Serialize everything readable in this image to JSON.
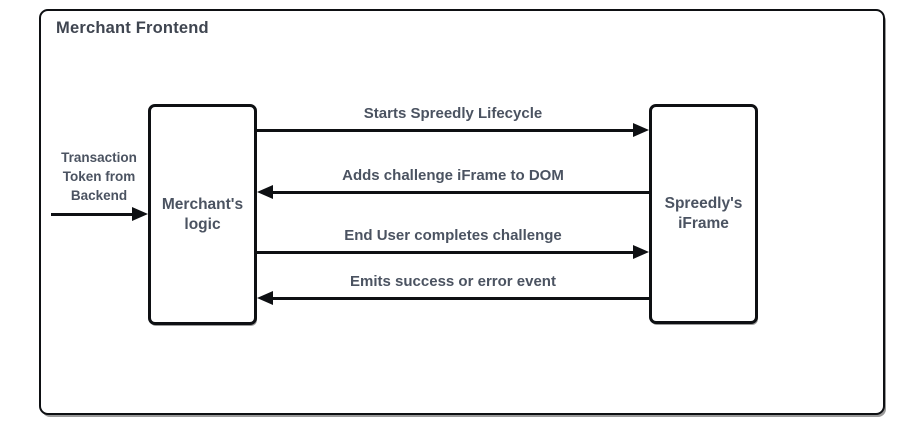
{
  "diagram": {
    "title": "Merchant Frontend",
    "nodes": {
      "left_box": "Merchant's logic",
      "right_box": "Spreedly's iFrame"
    },
    "input_annotation": "Transaction Token from Backend",
    "messages": [
      {
        "label": "Starts Spreedly Lifecycle",
        "direction": "right",
        "from": "Merchant's logic",
        "to": "Spreedly's iFrame"
      },
      {
        "label": "Adds challenge iFrame to DOM",
        "direction": "left",
        "from": "Spreedly's iFrame",
        "to": "Merchant's logic"
      },
      {
        "label": "End User completes challenge",
        "direction": "right",
        "from": "Merchant's logic",
        "to": "Spreedly's iFrame"
      },
      {
        "label": "Emits success or error event",
        "direction": "left",
        "from": "Spreedly's iFrame",
        "to": "Merchant's logic"
      }
    ],
    "colors": {
      "line": "#0e1013",
      "text": "#4b5361",
      "title": "#3f4550",
      "background": "#ffffff",
      "shadow": "#9a9a9a"
    }
  }
}
